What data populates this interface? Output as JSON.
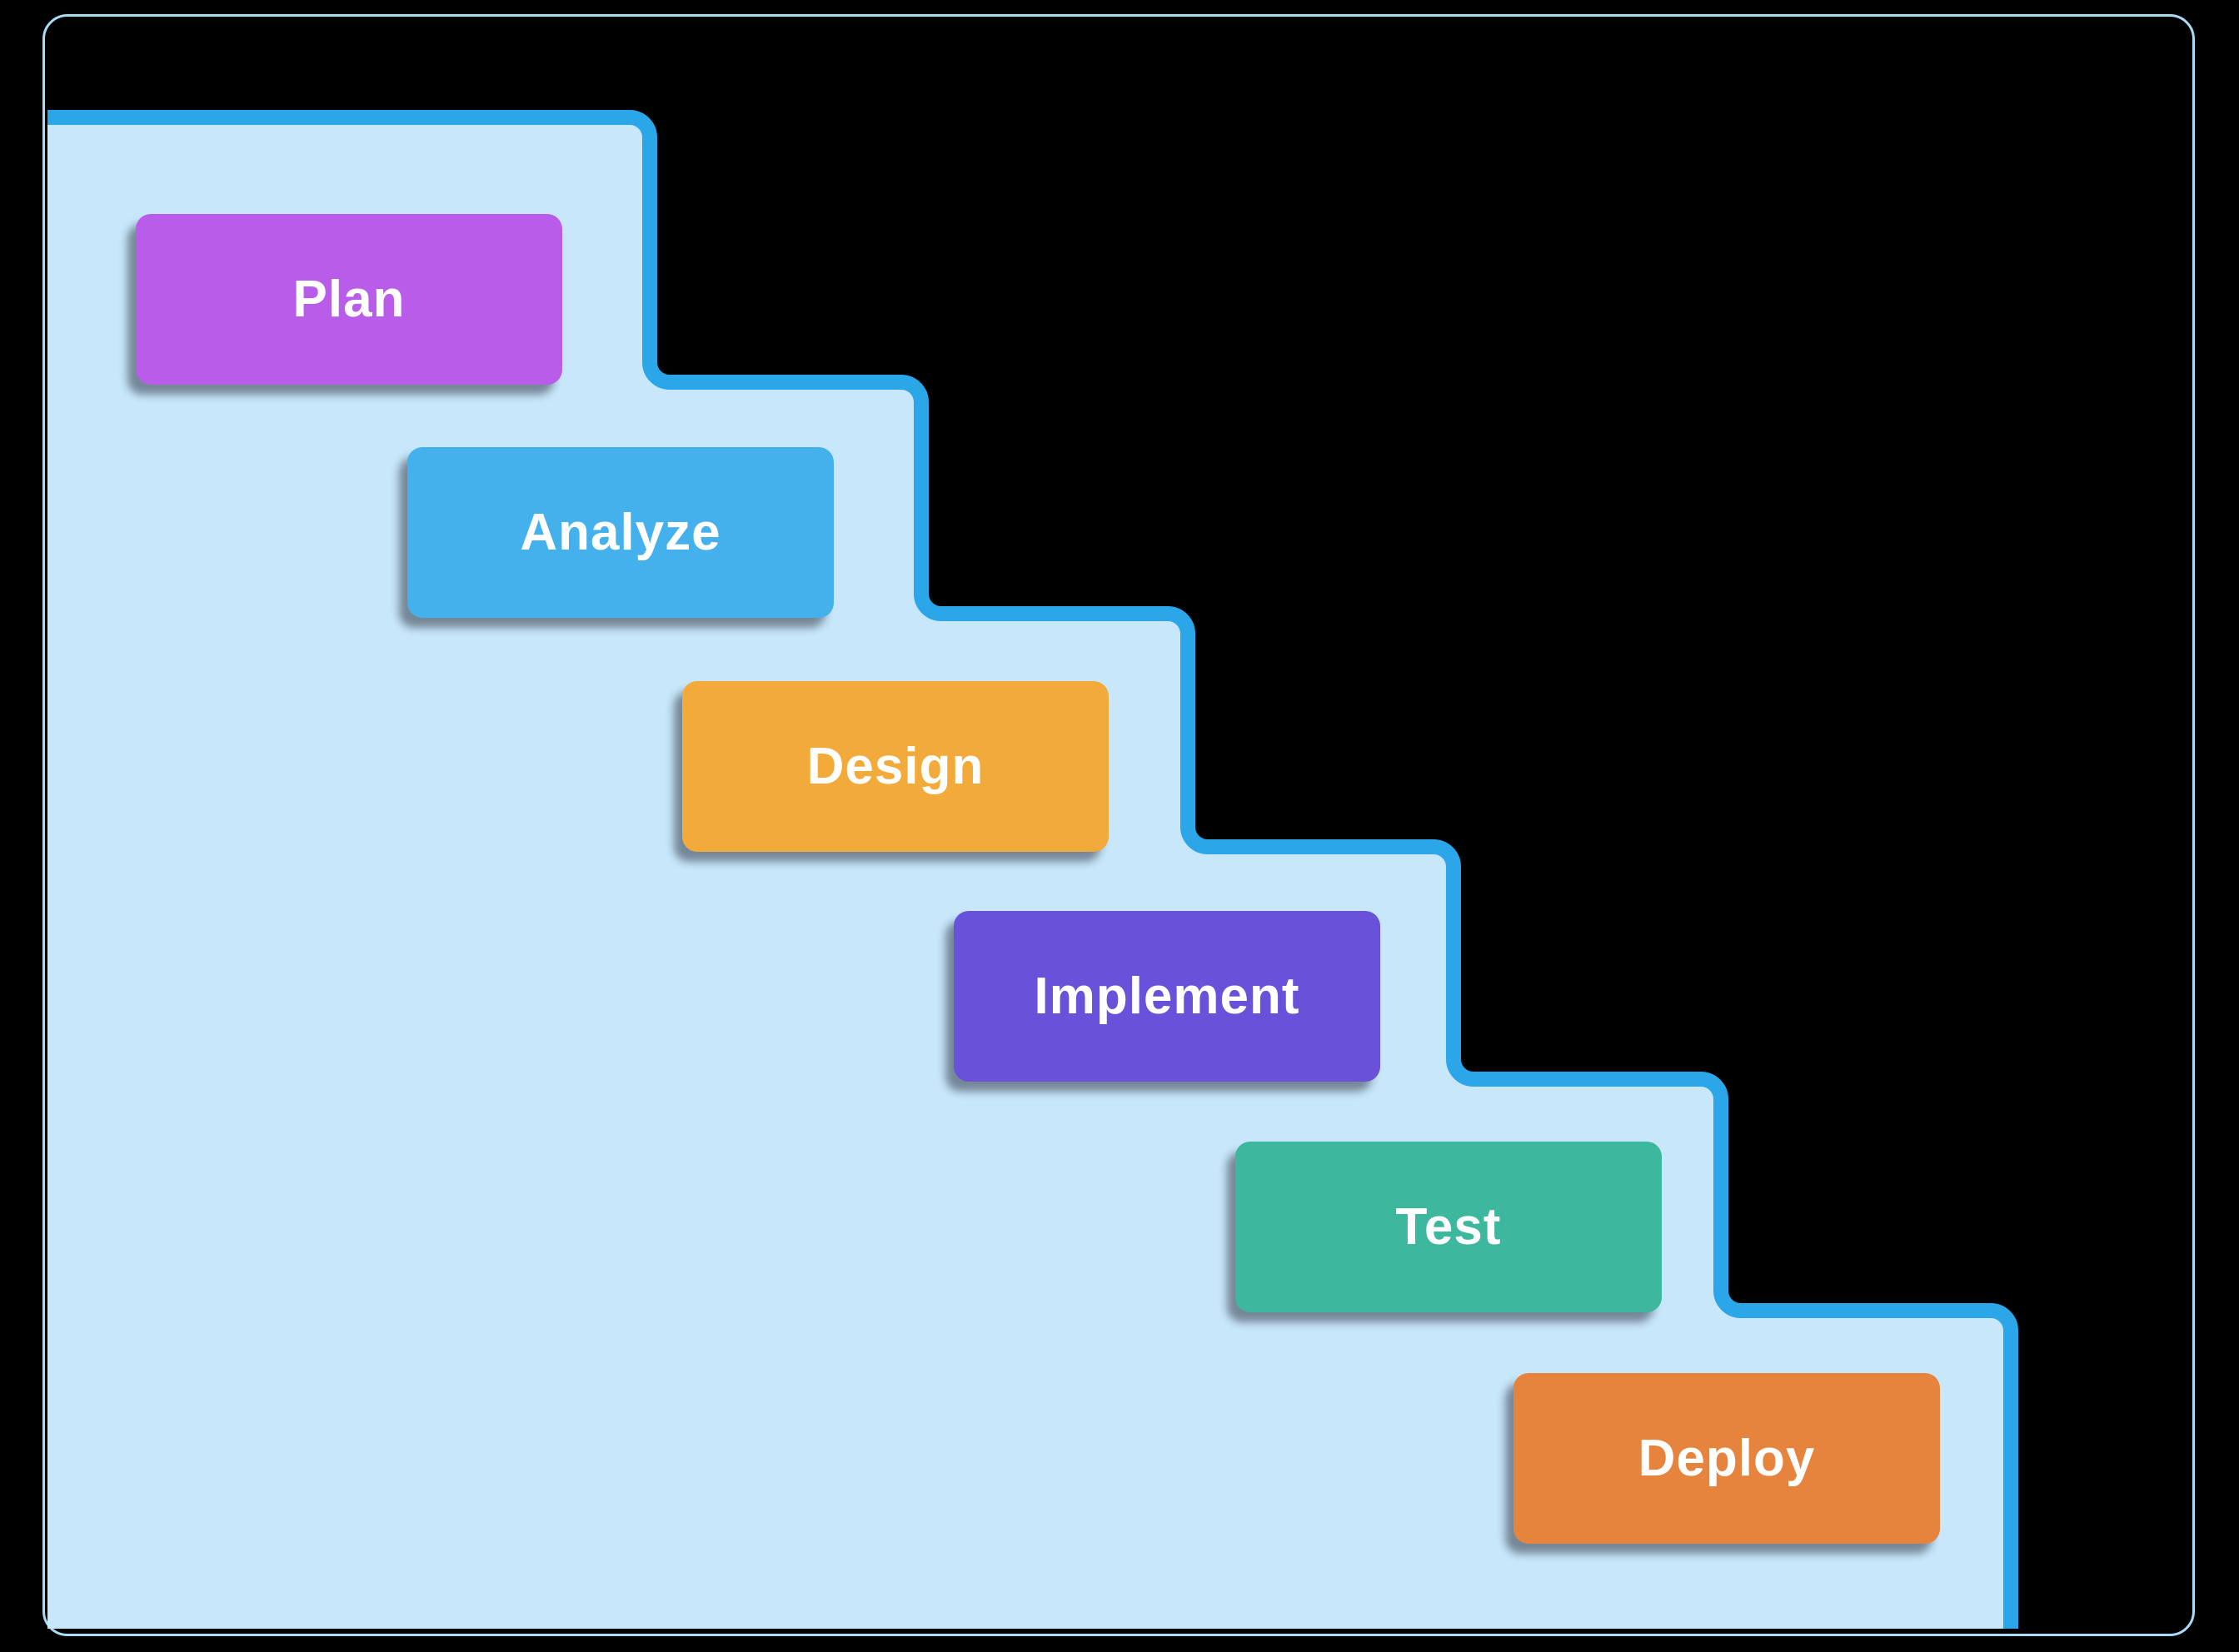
{
  "diagram": {
    "type": "waterfall-process",
    "stages": [
      {
        "label": "Plan",
        "color": "#b95ce9"
      },
      {
        "label": "Analyze",
        "color": "#45b1ec"
      },
      {
        "label": "Design",
        "color": "#f2ab3a"
      },
      {
        "label": "Implement",
        "color": "#6951d9"
      },
      {
        "label": "Test",
        "color": "#3db79e"
      },
      {
        "label": "Deploy",
        "color": "#e6833d"
      }
    ],
    "colors": {
      "background": "#000000",
      "frame_border": "#a8dcf5",
      "stair_fill": "#c8e7fb",
      "stair_line": "#2ba6e8",
      "label_text": "#ffffff"
    }
  }
}
